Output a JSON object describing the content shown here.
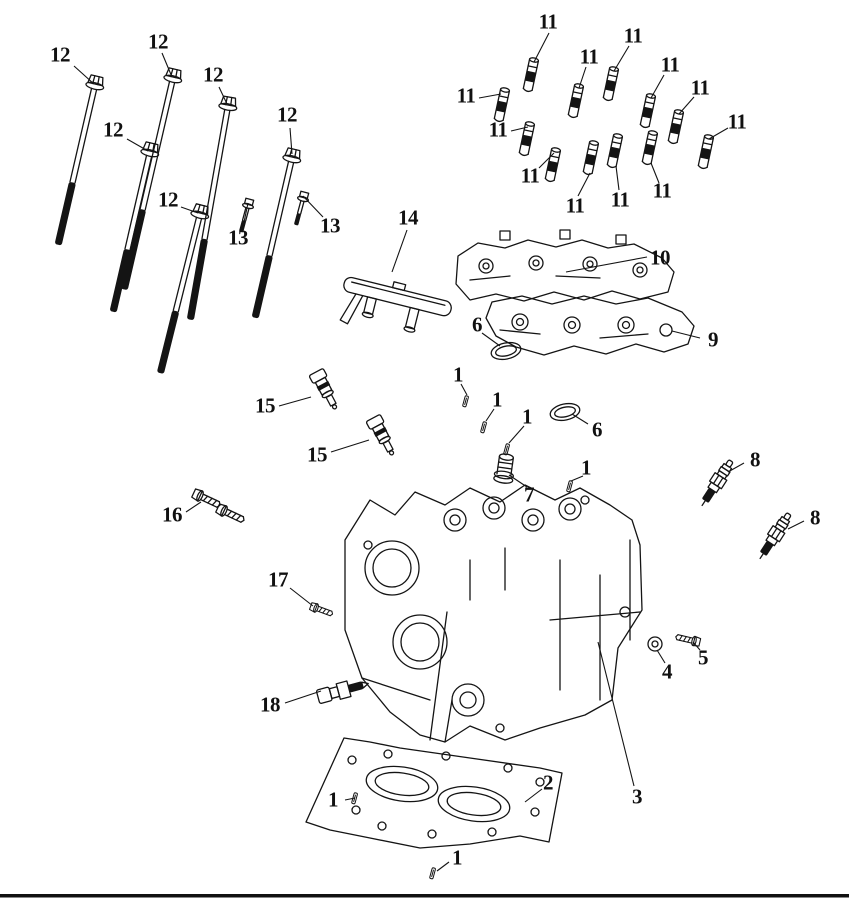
{
  "canvas": {
    "background": "#ffffff",
    "ink": "#141414",
    "footer_rule_color": "#111111"
  },
  "callouts": [
    {
      "text": "12"
    },
    {
      "text": "12"
    },
    {
      "text": "12"
    },
    {
      "text": "12"
    },
    {
      "text": "12"
    },
    {
      "text": "12"
    },
    {
      "text": "13"
    },
    {
      "text": "13"
    },
    {
      "text": "11"
    },
    {
      "text": "11"
    },
    {
      "text": "11"
    },
    {
      "text": "11"
    },
    {
      "text": "11"
    },
    {
      "text": "11"
    },
    {
      "text": "11"
    },
    {
      "text": "11"
    },
    {
      "text": "11"
    },
    {
      "text": "11"
    },
    {
      "text": "11"
    },
    {
      "text": "11"
    },
    {
      "text": "14"
    },
    {
      "text": "10"
    },
    {
      "text": "9"
    },
    {
      "text": "6"
    },
    {
      "text": "6"
    },
    {
      "text": "1"
    },
    {
      "text": "1"
    },
    {
      "text": "1"
    },
    {
      "text": "1"
    },
    {
      "text": "1"
    },
    {
      "text": "1"
    },
    {
      "text": "15"
    },
    {
      "text": "15"
    },
    {
      "text": "16"
    },
    {
      "text": "7"
    },
    {
      "text": "8"
    },
    {
      "text": "8"
    },
    {
      "text": "17"
    },
    {
      "text": "18"
    },
    {
      "text": "4"
    },
    {
      "text": "5"
    },
    {
      "text": "3"
    },
    {
      "text": "2"
    }
  ]
}
